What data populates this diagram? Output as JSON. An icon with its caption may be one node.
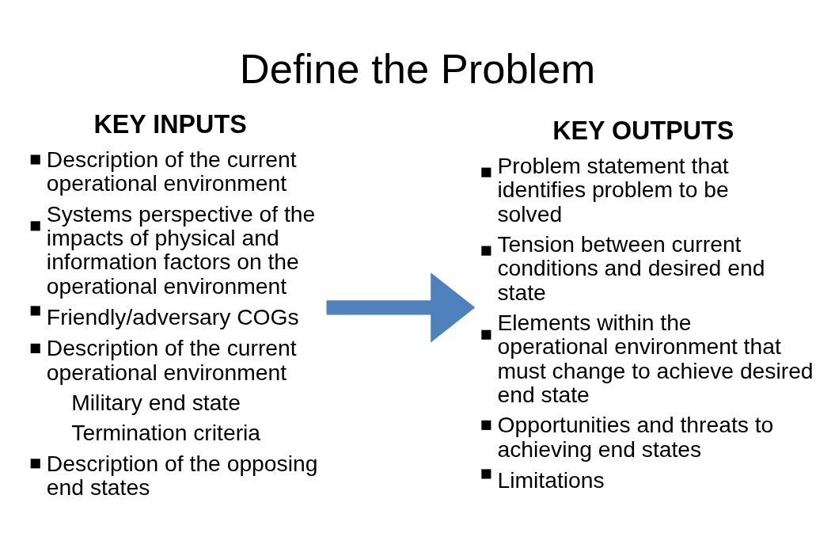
{
  "diagram": {
    "title": "Define the Problem",
    "nodes": [
      {
        "text": [
          "KEY INPUTS",
          "Description of the current operational environment",
          "Systems perspective of the impacts of physical and information factors on the operational environment",
          "Friendly/adversary COGs",
          "Description of the current operational environment",
          "Military end state",
          "Termination criteria",
          "Description of the opposing end states"
        ]
      },
      {
        "text": [
          "KEY OUTPUTS",
          "Problem statement that identifies problem to be solved",
          "Tension between current conditions and desired end state",
          "Elements within the operational environment that must change to achieve desired end state",
          "Opportunities and threats to achieving end states",
          "Limitations"
        ]
      }
    ],
    "edges": [
      {
        "from": 0,
        "to": 1,
        "arrow": "to",
        "color": "#4f81bd"
      }
    ]
  }
}
